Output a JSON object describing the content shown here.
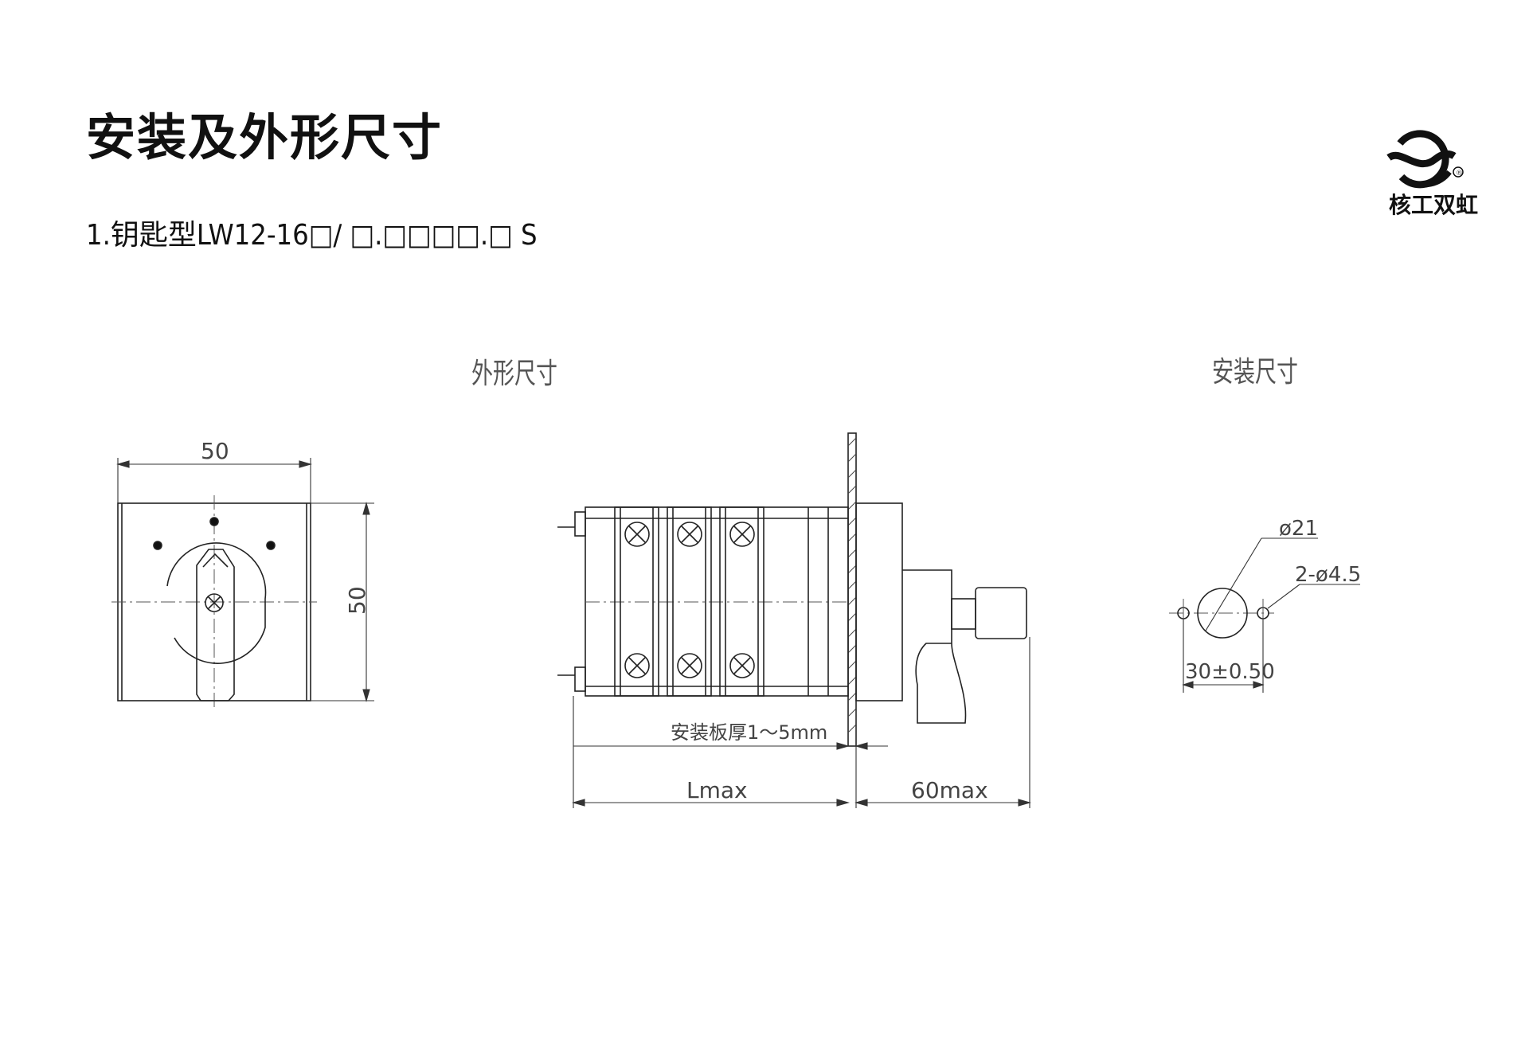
{
  "header": {
    "title": "安装及外形尺寸",
    "subtitle": "1.钥匙型LW12-16□/ □.□□□□.□ S"
  },
  "brand": {
    "name": "核工双虹",
    "registered_mark": "®"
  },
  "sections": {
    "outline_label": "外形尺寸",
    "install_label": "安装尺寸"
  },
  "dimensions": {
    "front_width": "50",
    "front_height": "50",
    "panel_thickness": "安装板厚1～5mm",
    "body_length": "Lmax",
    "handle_length": "60max",
    "center_hole": "ø21",
    "mount_holes": "2-ø4.5",
    "hole_spacing": "30±0.50"
  },
  "colors": {
    "line": "#222222",
    "dim_line": "#333333",
    "center_line": "#555555"
  }
}
